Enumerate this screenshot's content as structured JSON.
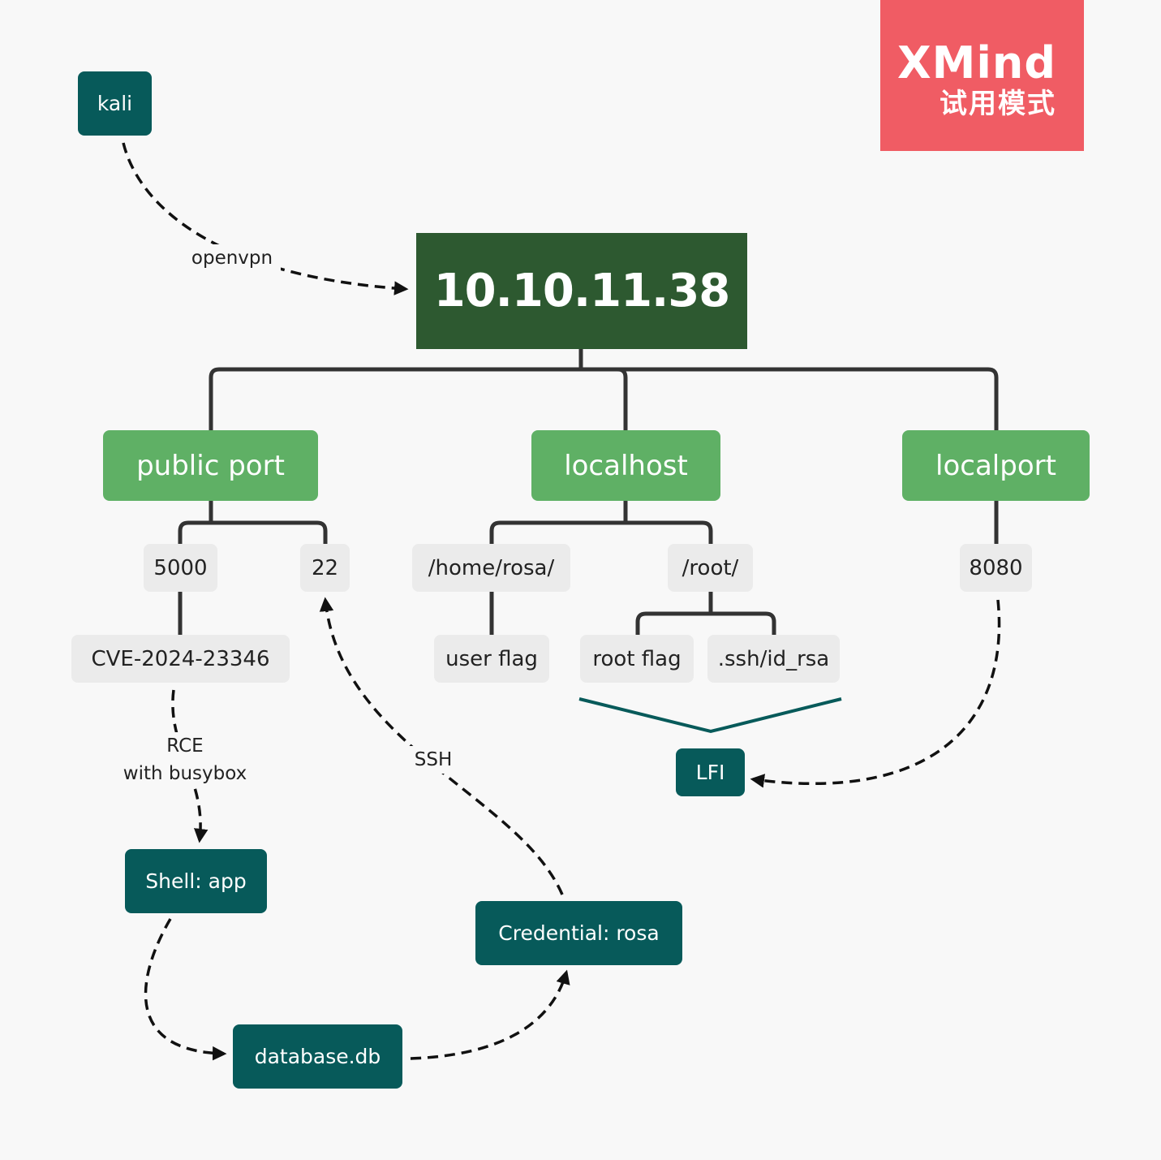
{
  "root": {
    "label": "10.10.11.38"
  },
  "branches": [
    {
      "label": "public port"
    },
    {
      "label": "localhost"
    },
    {
      "label": "localport"
    }
  ],
  "leaves": {
    "port_5000": "5000",
    "port_22": "22",
    "cve": "CVE-2024-23346",
    "home_rosa": "/home/rosa/",
    "root_dir": "/root/",
    "user_flag": "user flag",
    "root_flag": "root flag",
    "ssh_id_rsa": ".ssh/id_rsa",
    "port_8080": "8080"
  },
  "floating": {
    "kali": "kali",
    "lfi": "LFI",
    "shell_app": "Shell: app",
    "credential_rosa": "Credential: rosa",
    "database_db": "database.db"
  },
  "edge_labels": {
    "openvpn": "openvpn",
    "rce_line1": "RCE",
    "rce_line2": "with busybox",
    "ssh": "SSH"
  },
  "watermark": {
    "title": "XMind",
    "subtitle": "试用模式"
  },
  "colors": {
    "root": "#2d5930",
    "branch": "#5fb065",
    "leaf": "#ebebeb",
    "floating": "#075a5a",
    "connector": "#333333",
    "watermark": "#f05c64"
  }
}
